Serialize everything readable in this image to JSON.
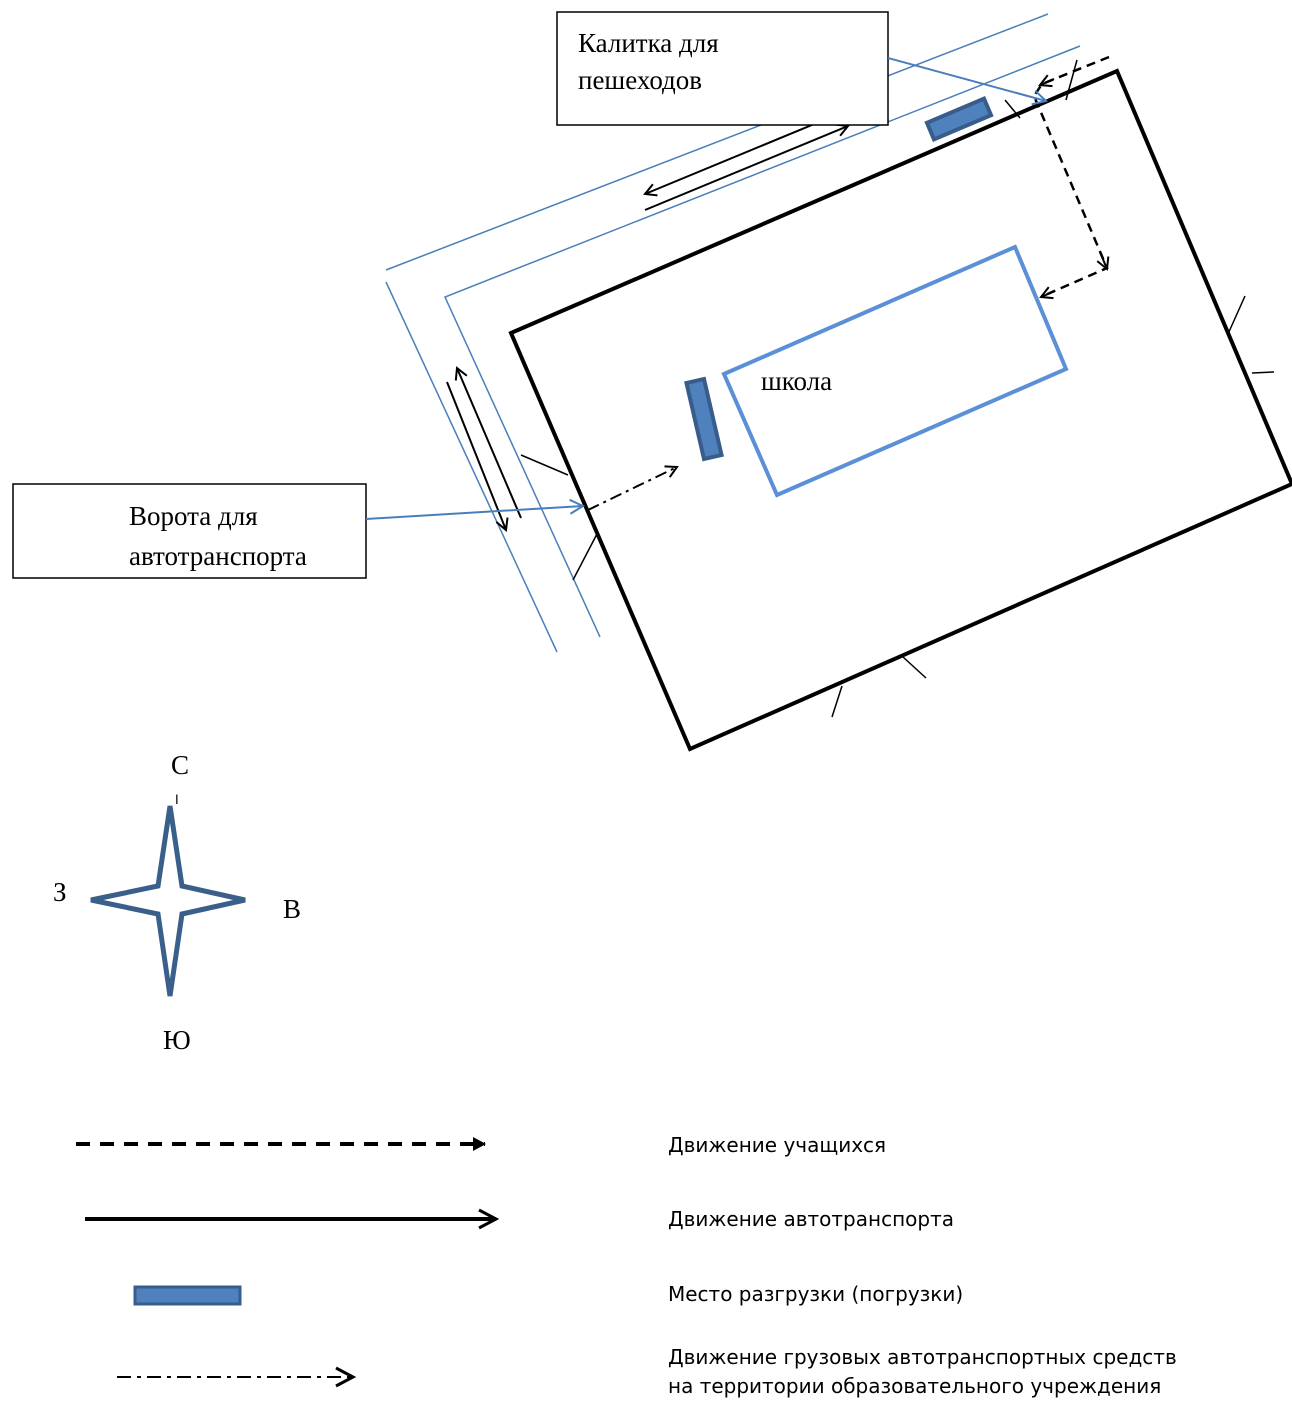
{
  "scheme": {
    "labels": {
      "pedestrian_gate": [
        "Калитка для",
        "пешеходов"
      ],
      "vehicle_gate": [
        "Ворота для",
        "автотранспорта"
      ],
      "school": "школа"
    },
    "compass": {
      "north": "С",
      "south": "Ю",
      "east": "В",
      "west": "З",
      "north_tick": "╷"
    }
  },
  "legend": {
    "items": [
      {
        "key": "students",
        "text": [
          "Движение учащихся"
        ]
      },
      {
        "key": "vehicles",
        "text": [
          "Движение автотранспорта"
        ]
      },
      {
        "key": "unloading",
        "text": [
          "Место разгрузки (погрузки)"
        ]
      },
      {
        "key": "trucks",
        "text": [
          "Движение грузовых автотранспортных средств",
          "на территории образовательного учреждения"
        ]
      }
    ]
  },
  "colors": {
    "road_line": "#4a7ebb",
    "school_outline": "#5b8fd6",
    "unloading_fill": "#4f81bd",
    "unloading_stroke": "#385d8a",
    "compass_stroke": "#3a5f8a",
    "callout_arrow": "#4a7ebb",
    "ink": "#000000"
  }
}
